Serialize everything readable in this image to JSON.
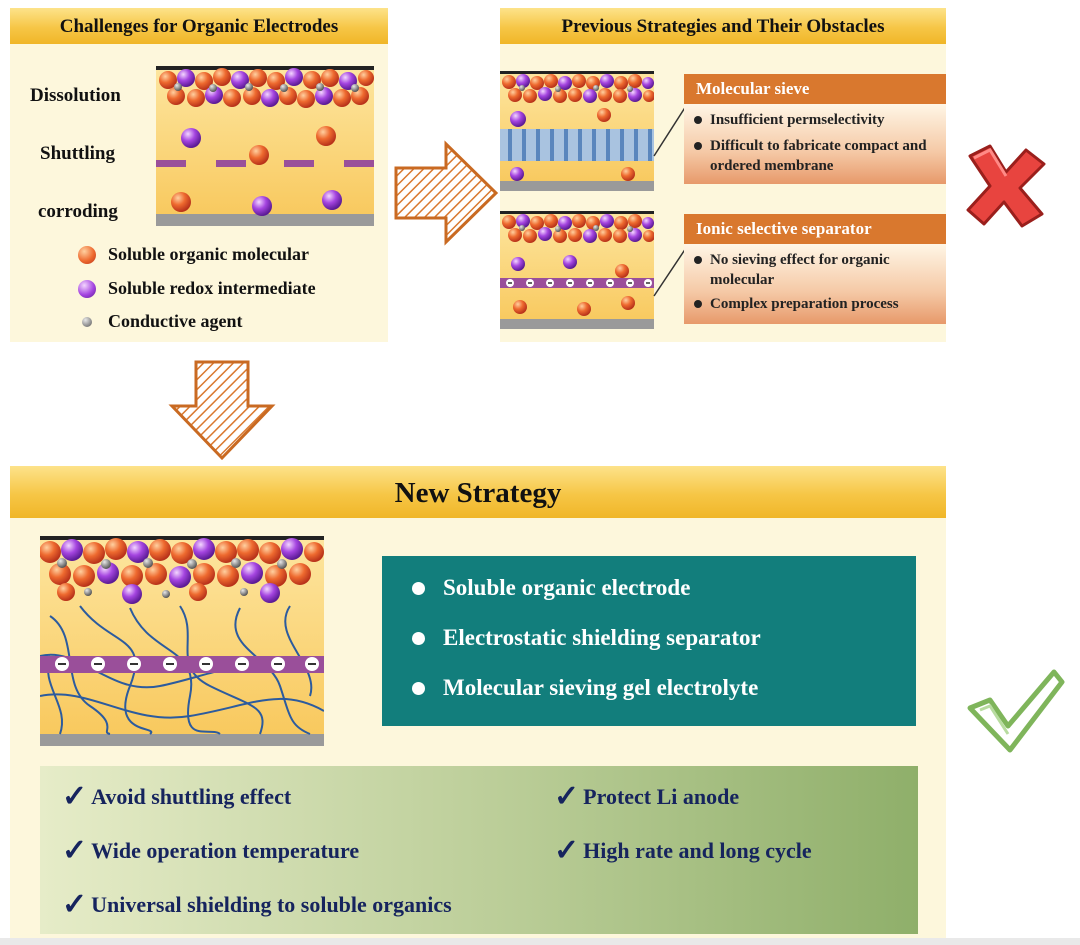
{
  "challenges": {
    "title": "Challenges for Organic Electrodes",
    "labels": [
      "Dissolution",
      "Shuttling",
      "corroding"
    ],
    "legend": [
      {
        "label": "Soluble organic molecular",
        "color": "#e4572e"
      },
      {
        "label": "Soluble redox intermediate",
        "color": "#9b3fd9"
      },
      {
        "label": "Conductive agent",
        "color": "#707070"
      }
    ]
  },
  "previous": {
    "title": "Previous Strategies and Their Obstacles",
    "strategies": [
      {
        "name": "Molecular sieve",
        "items": [
          "Insufficient permselectivity",
          "Difficult to fabricate compact and ordered membrane"
        ]
      },
      {
        "name": "Ionic selective separator",
        "items": [
          "No sieving effect for organic molecular",
          "Complex preparation process"
        ]
      }
    ]
  },
  "new_strategy": {
    "title": "New Strategy",
    "points": [
      "Soluble organic electrode",
      "Electrostatic shielding separator",
      "Molecular sieving gel electrolyte"
    ],
    "benefits_left": [
      "Avoid shuttling effect",
      "Wide operation temperature",
      "Universal shielding to soluble organics"
    ],
    "benefits_right": [
      "Protect Li anode",
      "High rate and long cycle"
    ]
  },
  "colors": {
    "header": "#f6c646",
    "panel": "#fdf7dc",
    "teal": "#127e7c",
    "cross": "#e8443f",
    "check": "#7fb55b",
    "arrow": "#d9782e"
  }
}
